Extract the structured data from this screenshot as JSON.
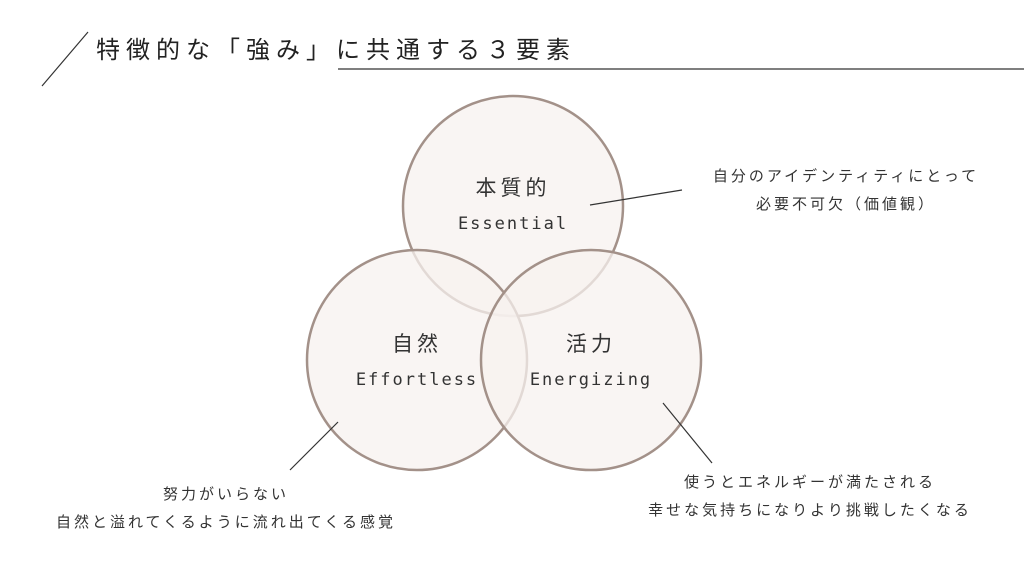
{
  "title": "特徴的な「強み」に共通する３要素",
  "circles": {
    "essential": {
      "jp": "本質的",
      "en": "Essential"
    },
    "effortless": {
      "jp": "自然",
      "en": "Effortless"
    },
    "energizing": {
      "jp": "活力",
      "en": "Energizing"
    }
  },
  "notes": {
    "essential": [
      "自分のアイデンティティにとって",
      "必要不可欠（価値観）"
    ],
    "effortless": [
      "努力がいらない",
      "自然と溢れてくるように流れ出てくる感覚"
    ],
    "energizing": [
      "使うとエネルギーが満たされる",
      "幸せな気持ちになりより挑戦したくなる"
    ]
  },
  "colors": {
    "circle_stroke": "#a39189",
    "circle_fill": "#f7f1ef",
    "line": "#333333"
  }
}
